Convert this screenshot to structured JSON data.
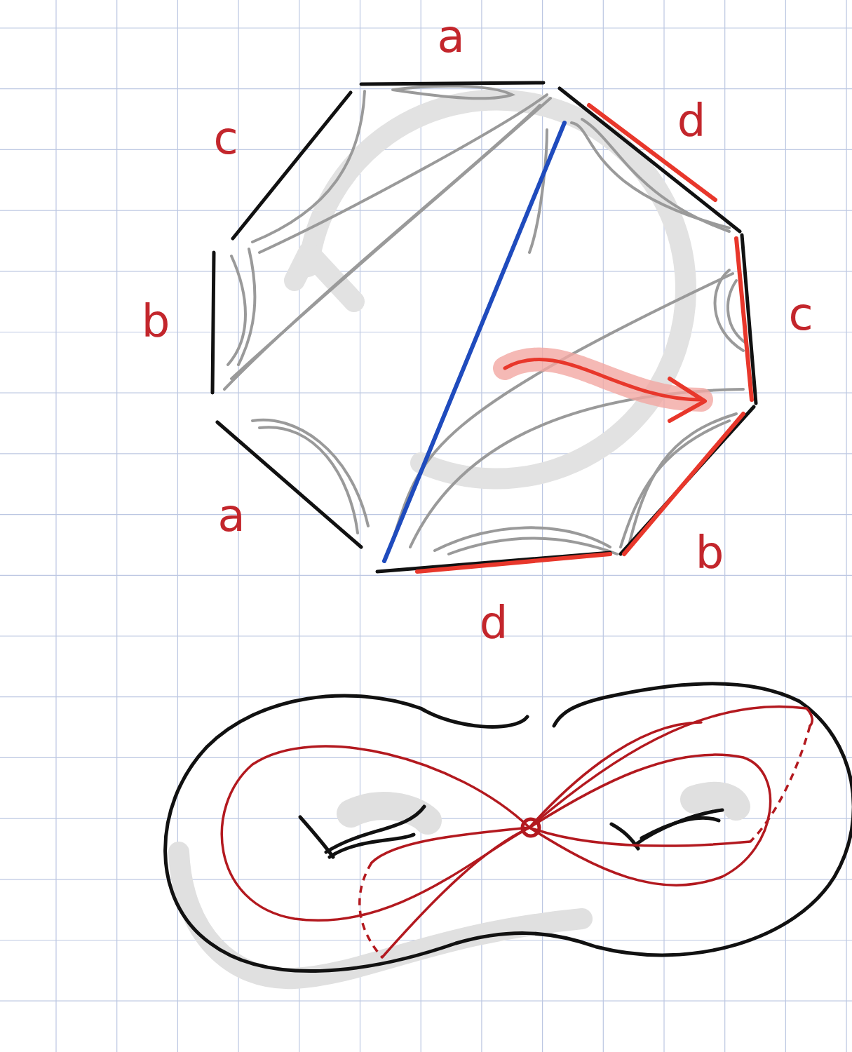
{
  "diagram": {
    "labels": [
      "a",
      "c",
      "d",
      "b",
      "c",
      "a",
      "b",
      "d"
    ]
  }
}
